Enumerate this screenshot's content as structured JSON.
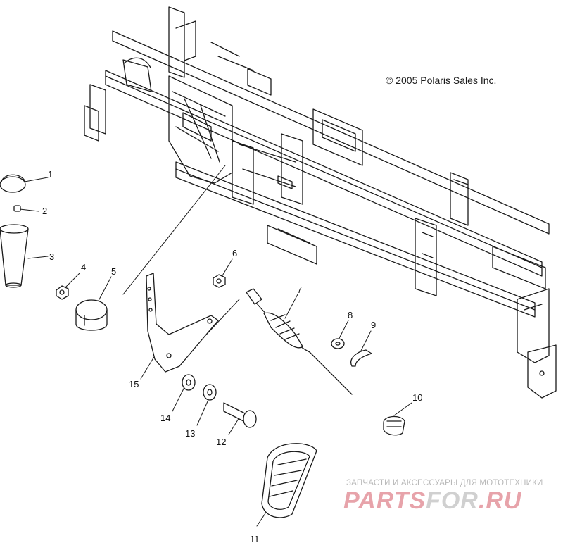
{
  "copyright": "© 2005 Polaris Sales Inc.",
  "callouts": [
    {
      "id": 1,
      "label": "1"
    },
    {
      "id": 2,
      "label": "2"
    },
    {
      "id": 3,
      "label": "3"
    },
    {
      "id": 4,
      "label": "4"
    },
    {
      "id": 5,
      "label": "5"
    },
    {
      "id": 6,
      "label": "6"
    },
    {
      "id": 7,
      "label": "7"
    },
    {
      "id": 8,
      "label": "8"
    },
    {
      "id": 9,
      "label": "9"
    },
    {
      "id": 10,
      "label": "10"
    },
    {
      "id": 11,
      "label": "11"
    },
    {
      "id": 12,
      "label": "12"
    },
    {
      "id": 13,
      "label": "13"
    },
    {
      "id": 14,
      "label": "14"
    },
    {
      "id": 15,
      "label": "15"
    }
  ],
  "watermark": {
    "tagline": "ЗАПЧАСТИ И АКСЕССУАРЫ ДЛЯ МОТОТЕХНИКИ",
    "logo_main": "PARTS",
    "logo_accent": "FOR",
    "logo_tail": ".RU"
  },
  "colors": {
    "line": "#1a1a1a",
    "watermark_red": "#e7a3aa",
    "watermark_grey": "#d0d0d0"
  }
}
